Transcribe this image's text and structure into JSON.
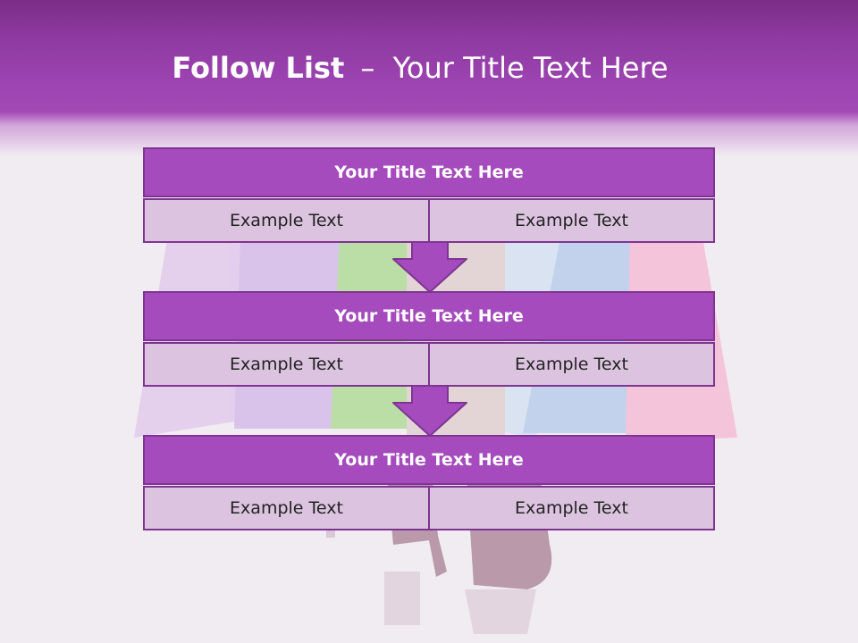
{
  "header": {
    "title_bold": "Follow List",
    "title_separator": "–",
    "title_rest": "Your Title Text Here"
  },
  "list": {
    "blocks": [
      {
        "title": "Your Title Text Here",
        "cells": [
          "Example Text",
          "Example Text"
        ]
      },
      {
        "title": "Your Title Text Here",
        "cells": [
          "Example Text",
          "Example Text"
        ]
      },
      {
        "title": "Your Title Text Here",
        "cells": [
          "Example Text",
          "Example Text"
        ]
      }
    ]
  },
  "colors": {
    "header_purple": "#9d44b2",
    "title_bar": "#a54bbd",
    "cell_fill": "#dcc4e0",
    "border": "#7e3592",
    "arrow_fill": "#a54bbd"
  },
  "icons": {
    "connector": "down-arrow-icon"
  }
}
